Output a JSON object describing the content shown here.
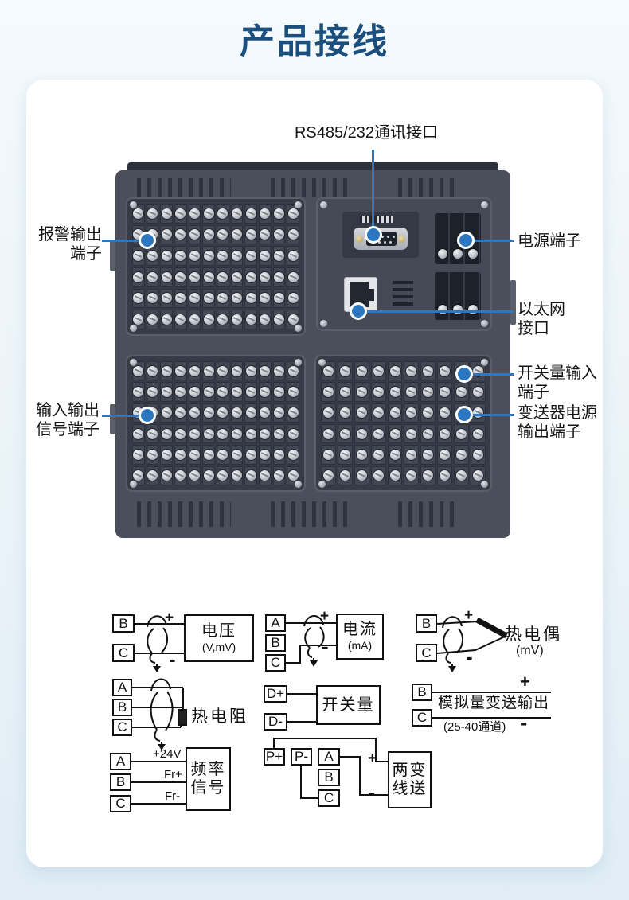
{
  "page": {
    "title": "产品接线"
  },
  "callouts": {
    "rs485": "RS485/232通讯接口",
    "alarm": [
      "报警输出",
      "端子"
    ],
    "power": "电源端子",
    "ethernet": [
      "以太网",
      "接口"
    ],
    "switch_input": [
      "开关量输入",
      "端子"
    ],
    "transmitter_power": [
      "变送器电源",
      "输出端子"
    ],
    "io_signal": [
      "输入输出",
      "信号端子"
    ]
  },
  "device": {
    "panels": [
      {
        "id": "alarm-terminal-block",
        "cols": 12,
        "rows": 6
      },
      {
        "id": "io-terminal-block",
        "cols": 12,
        "rows": 6
      },
      {
        "id": "right-terminal-block",
        "cols": 10,
        "rows": 6
      }
    ]
  },
  "wiring": {
    "voltage": {
      "t1": "B",
      "t2": "C",
      "plus": "+",
      "minus": "-",
      "name": "电压",
      "unit": "(V,mV)"
    },
    "current": {
      "t1": "A",
      "t2": "B",
      "t3": "C",
      "plus": "+",
      "minus": "-",
      "name": "电流",
      "unit": "(mA)"
    },
    "thermocouple": {
      "t1": "B",
      "t2": "C",
      "plus": "+",
      "minus": "-",
      "name": "热电偶",
      "unit": "(mV)"
    },
    "rtd": {
      "t1": "A",
      "t2": "B",
      "t3": "C",
      "name": "热电阻"
    },
    "switch": {
      "t1": "D+",
      "t2": "D-",
      "name": "开关量"
    },
    "analog_out": {
      "t1": "B",
      "t2": "C",
      "plus": "+",
      "minus": "-",
      "name": "模拟量变送输出",
      "note": "(25-40通道)"
    },
    "frequency": {
      "t1": "A",
      "t2": "B",
      "t3": "C",
      "w1": "+24V",
      "w2": "Fr+",
      "w3": "Fr-",
      "name1": "频率",
      "name2": "信号"
    },
    "two_wire": {
      "t1": "P+",
      "t2": "P-",
      "t3": "A",
      "t4": "B",
      "t5": "C",
      "plus": "+",
      "minus": "-",
      "name1": "两变",
      "name2": "线送"
    }
  }
}
